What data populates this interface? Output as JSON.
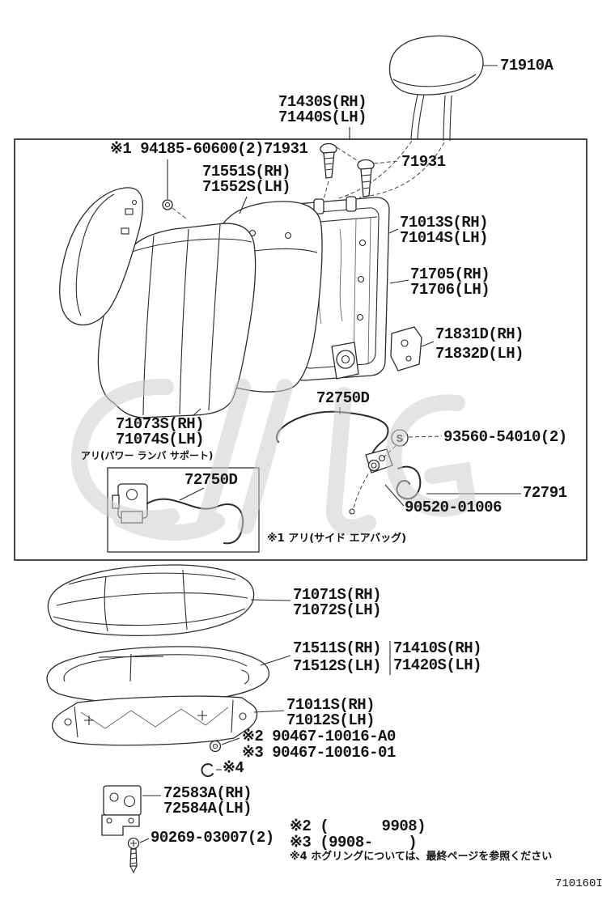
{
  "labels": {
    "l71910a": "71910A",
    "l71430s": "71430S(RH)",
    "l71440s": "71440S(LH)",
    "note1_94185": "※1 94185-60600(2)71931",
    "l71551s": "71551S(RH)",
    "l71552s": "71552S(LH)",
    "l71931": "71931",
    "l71013s": "71013S(RH)",
    "l71014s": "71014S(LH)",
    "l71705": "71705(RH)",
    "l71706": "71706(LH)",
    "l71831d": "71831D(RH)",
    "l71832d": "71832D(LH)",
    "l72750d": "72750D",
    "l71073s": "71073S(RH)",
    "l71074s": "71074S(LH)",
    "lumbar_note": "アリ(パワー ランバ サポート)",
    "l72750d_box": "72750D",
    "s_mark": "S",
    "l93560": "93560-54010(2)",
    "l72791": "72791",
    "l90520": "90520-01006",
    "airbag_note": "※1 アリ(サイド エアバッグ)",
    "l71071s": "71071S(RH)",
    "l71072s": "71072S(LH)",
    "l71511s": "71511S(RH)",
    "l71512s": "71512S(LH)",
    "l71410s": "71410S(RH)",
    "l71420s": "71420S(LH)",
    "l71011s": "71011S(RH)",
    "l71012s": "71012S(LH)",
    "note2_90467": "※2 90467-10016-A0",
    "note3_90467": "※3 90467-10016-01",
    "note4_mark": "※4",
    "l72583a": "72583A(RH)",
    "l72584a": "72584A(LH)",
    "l90269": "90269-03007(2)",
    "note2_date": "※2 (      9908)",
    "note3_date": "※3 (9908-    )",
    "note4_text": "※4 ホグリングについては、最終ページを参照ください",
    "page_code": "710160I"
  }
}
